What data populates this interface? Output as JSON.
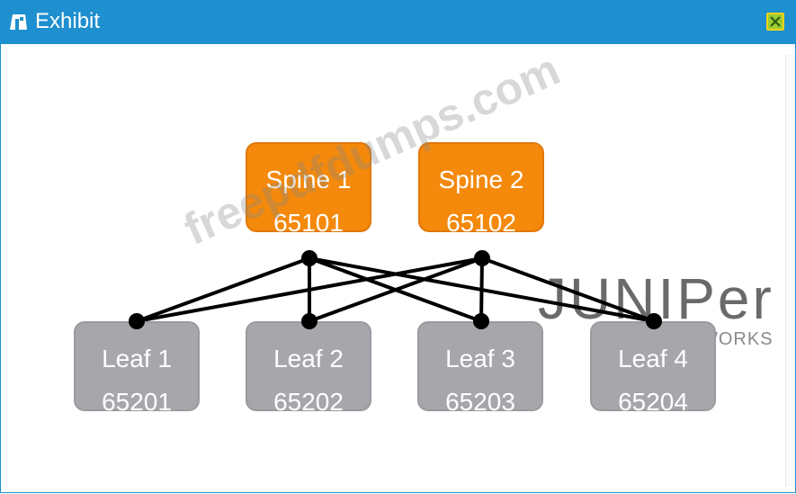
{
  "window": {
    "title": "Exhibit",
    "title_icon": "exhibit-icon",
    "close_icon": "close-icon"
  },
  "spines": [
    {
      "name": "Spine 1",
      "asn": "65101"
    },
    {
      "name": "Spine 2",
      "asn": "65102"
    }
  ],
  "leaves": [
    {
      "name": "Leaf 1",
      "asn": "65201"
    },
    {
      "name": "Leaf 2",
      "asn": "65202"
    },
    {
      "name": "Leaf 3",
      "asn": "65203"
    },
    {
      "name": "Leaf 4",
      "asn": "65204"
    }
  ],
  "links": [
    [
      "Spine 1",
      "Leaf 1"
    ],
    [
      "Spine 1",
      "Leaf 2"
    ],
    [
      "Spine 1",
      "Leaf 3"
    ],
    [
      "Spine 1",
      "Leaf 4"
    ],
    [
      "Spine 2",
      "Leaf 1"
    ],
    [
      "Spine 2",
      "Leaf 2"
    ],
    [
      "Spine 2",
      "Leaf 3"
    ],
    [
      "Spine 2",
      "Leaf 4"
    ]
  ],
  "colors": {
    "titlebar": "#1e8fcf",
    "spine": "#f4890b",
    "leaf": "#a7a6ab",
    "link": "#000000"
  },
  "watermark": "freepdfdumps.com",
  "logo": {
    "brand": "JUNIPer",
    "sub": "NETWORKS"
  }
}
